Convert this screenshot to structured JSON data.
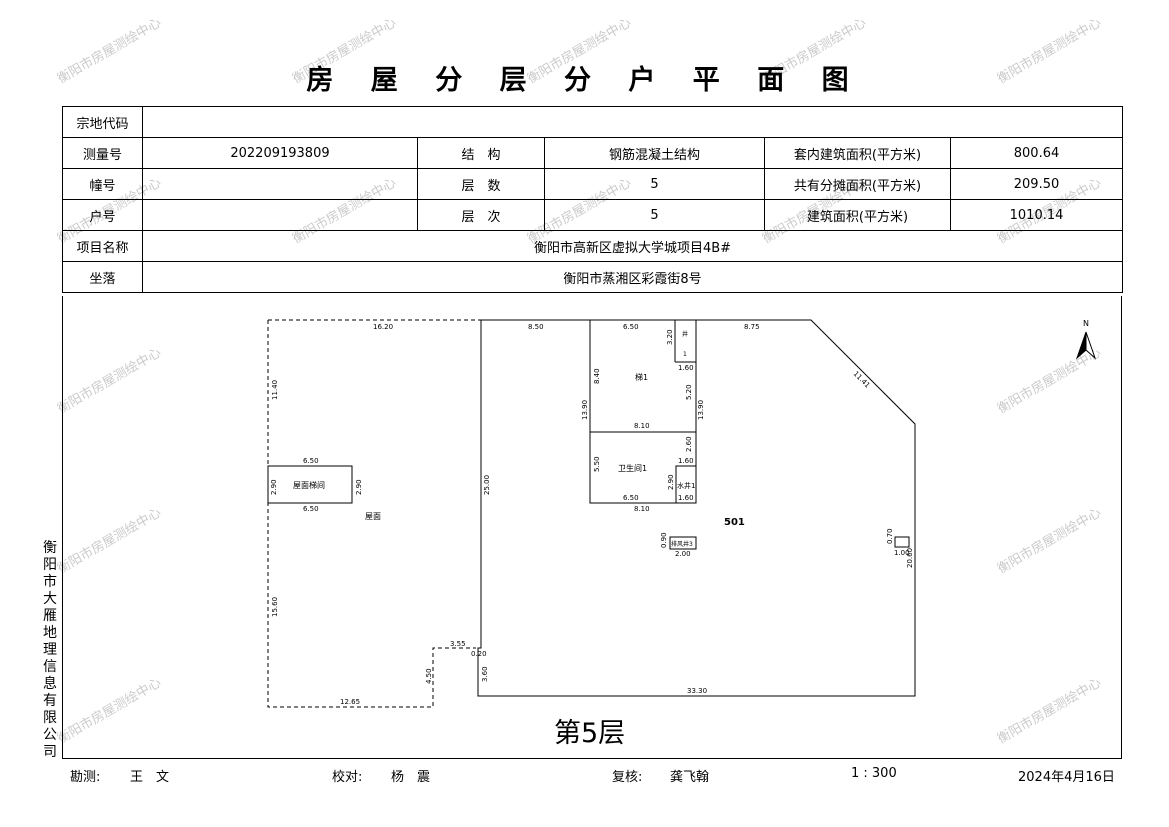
{
  "title": "房 屋 分 层 分 户 平 面 图",
  "table": {
    "row1": {
      "label": "宗地代码",
      "value": ""
    },
    "row2": {
      "l1": "测量号",
      "v1": "202209193809",
      "l2": "结　构",
      "v2": "钢筋混凝土结构",
      "l3": "套内建筑面积(平方米)",
      "v3": "800.64"
    },
    "row3": {
      "l1": "幢号",
      "v1": "",
      "l2": "层　数",
      "v2": "5",
      "l3": "共有分摊面积(平方米)",
      "v3": "209.50"
    },
    "row4": {
      "l1": "户号",
      "v1": "",
      "l2": "层　次",
      "v2": "5",
      "l3": "建筑面积(平方米)",
      "v3": "1010.14"
    },
    "row5": {
      "label": "项目名称",
      "value": "衡阳市高新区虚拟大学城项目4B#"
    },
    "row6": {
      "label": "坐落",
      "value": "衡阳市蒸湘区彩霞街8号"
    }
  },
  "plan": {
    "floor_label": "第5层",
    "unit": "501",
    "north": "N",
    "rooms": {
      "stair": "梯1",
      "wc": "卫生间1",
      "water_shaft": "水井1",
      "roof_stair": "屋面梯间",
      "roof": "屋面",
      "wind_shaft": "排风井3",
      "shaft": "井",
      "shaft_no": "1"
    },
    "dims": {
      "d1620": "16.20",
      "d850": "8.50",
      "d650a": "6.50",
      "d875": "8.75",
      "d1140": "11.40",
      "d650b": "6.50",
      "d650c": "6.50",
      "d290a": "2.90",
      "d290b": "2.90",
      "d1560": "15.60",
      "d1265": "12.65",
      "d450": "4.50",
      "d355": "3.55",
      "d020": "0.20",
      "d360": "3.60",
      "d2500": "25.00",
      "d3330": "33.30",
      "d320": "3.20",
      "d160a": "1.60",
      "d840": "8.40",
      "d1390a": "13.90",
      "d520": "5.20",
      "d1390b": "13.90",
      "d810a": "8.10",
      "d260": "2.60",
      "d550": "5.50",
      "d160b": "1.60",
      "d650d": "6.50",
      "d810b": "8.10",
      "d160c": "1.60",
      "d290c": "2.90",
      "d090": "0.90",
      "d200": "2.00",
      "d1141": "11.41",
      "d2060": "20.60",
      "d100": "1.00",
      "d070": "0.70"
    }
  },
  "side_company": "衡阳市大雁地理信息有限公司",
  "footer": {
    "survey_label": "勘测:",
    "survey_name": "王　文",
    "check_label": "校对:",
    "check_name": "杨　震",
    "review_label": "复核:",
    "review_name": "龚飞翰",
    "scale": "1 : 300",
    "date": "2024年4月16日"
  },
  "watermark": "衡阳市房屋测绘中心"
}
